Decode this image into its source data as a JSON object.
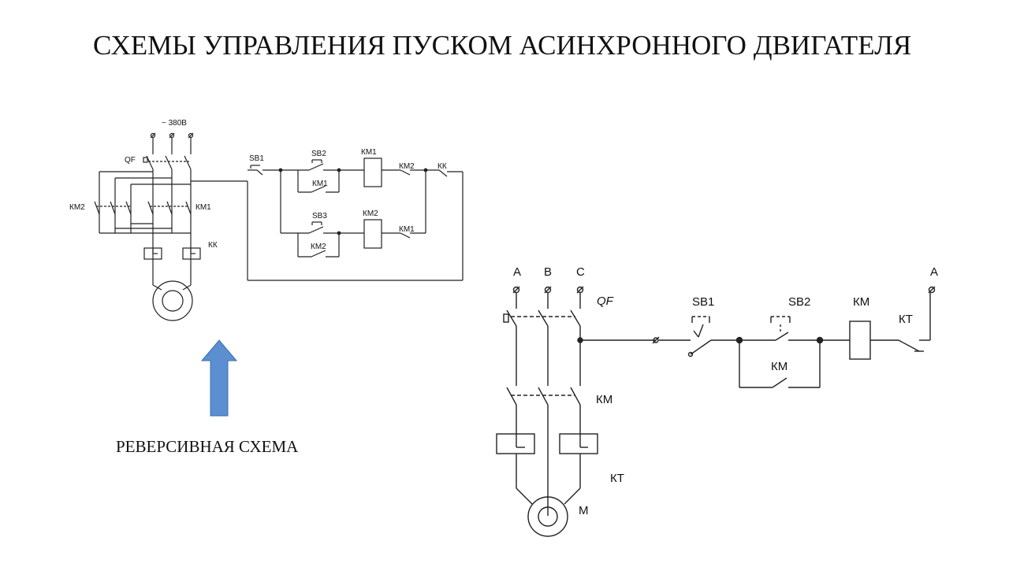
{
  "slide": {
    "title": "СХЕМЫ УПРАВЛЕНИЯ ПУСКОМ АСИНХРОННОГО ДВИГАТЕЛЯ",
    "caption": "РЕВЕРСИВНАЯ СХЕМА"
  },
  "reversing_scheme": {
    "supply": "~ 380В",
    "labels": {
      "qf": "QF",
      "km2_power": "КМ2",
      "km1_power": "КМ1",
      "kk": "КК",
      "sb1": "SB1",
      "sb2": "SB2",
      "sb3": "SB3",
      "km1_coil": "КМ1",
      "km2_contact_top": "КМ2",
      "kk_contact": "КК",
      "km1_hold": "КМ1",
      "km2_coil": "КМ2",
      "km1_interlock": "КМ1",
      "km2_hold": "КМ2"
    }
  },
  "direct_scheme": {
    "phases": [
      "A",
      "B",
      "C"
    ],
    "labels": {
      "qf": "QF",
      "sb1": "SB1",
      "sb2": "SB2",
      "km_coil": "КМ",
      "kt": "КТ",
      "km_hold": "КМ",
      "km_power": "КМ",
      "kt_relay": "КТ",
      "motor": "М",
      "phase_end": "А"
    }
  },
  "arrow_color": "#5b8fd0"
}
